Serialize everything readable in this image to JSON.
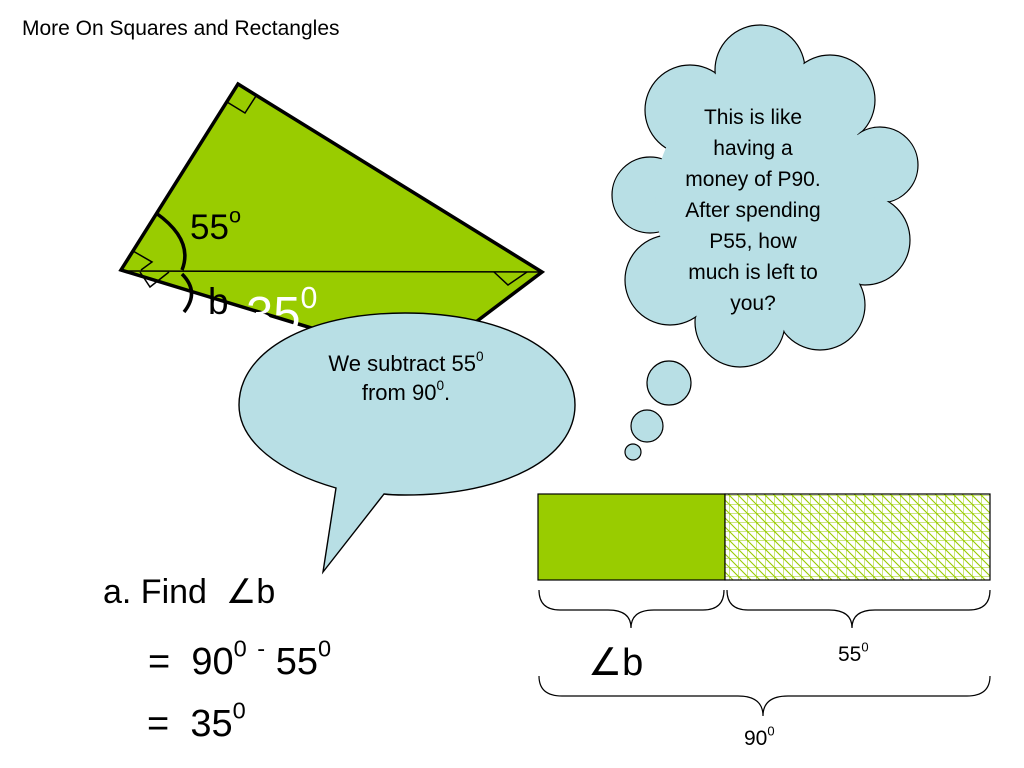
{
  "slide": {
    "title": "More On Squares and Rectangles"
  },
  "figure": {
    "angle_label_value": "55",
    "angle_label_unit": "o",
    "angle_b_label": "b",
    "result_value": "35",
    "result_unit": "0"
  },
  "thought_bubble": {
    "text_lines": [
      "This is like",
      "having a",
      "money of P90.",
      "After spending",
      "P55, how",
      "much is left to",
      "you?"
    ]
  },
  "speech_bubble": {
    "line1": "We subtract 55",
    "line1_sup": "0",
    "line2": "from 90",
    "line2_sup": "0",
    "line2_end": "."
  },
  "solution": {
    "find_prefix": "a. Find",
    "angle_symbol": "∠",
    "find_var": "b",
    "step1_eq": "=",
    "step1_a": "90",
    "step1_a_sup": "0",
    "step1_op": "-",
    "step1_b": "55",
    "step1_b_sup": "0",
    "step2_eq": "=",
    "step2_value": "35",
    "step2_sup": "0"
  },
  "bar_model": {
    "left_label_symbol": "∠",
    "left_label_var": "b",
    "right_label": "55",
    "right_label_sup": "0",
    "total_label": "90",
    "total_label_sup": "0"
  },
  "colors": {
    "green": "#99cc00",
    "bubble": "#b8dfe5"
  }
}
